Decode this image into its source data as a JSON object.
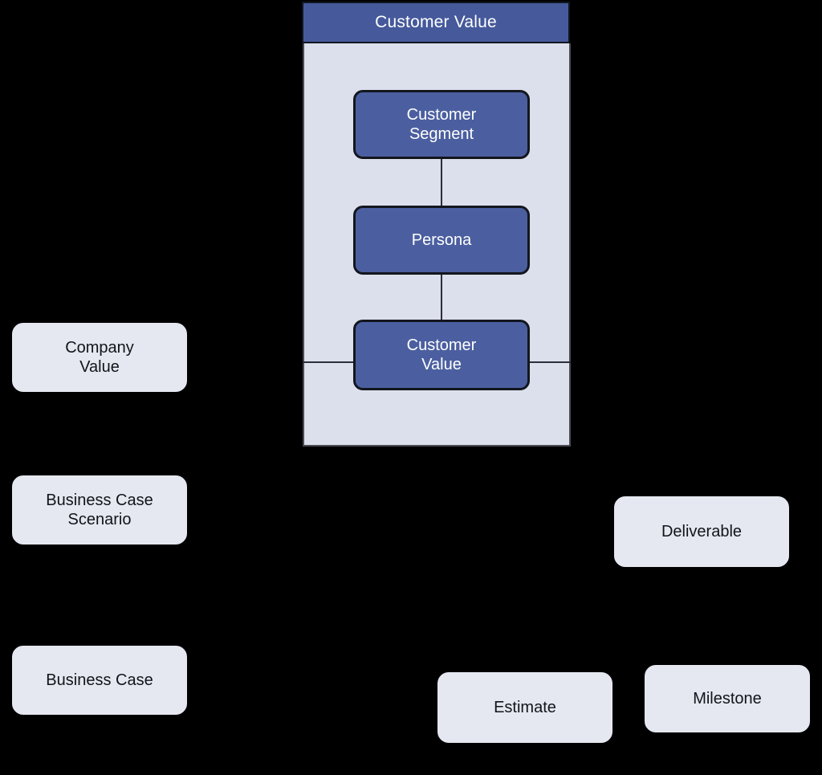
{
  "diagram": {
    "title": "Customer Value",
    "background_color": "#000000",
    "accent_color": "#45599B",
    "group_body_color": "#DCDFEC",
    "node_grey_color": "#E5E8F0",
    "connector_color": "#2b2f38"
  },
  "group": {
    "header_label": "Customer Value",
    "nodes": [
      {
        "id": "customer-segment",
        "label": "Customer\nSegment",
        "line1": "Customer",
        "line2": "Segment"
      },
      {
        "id": "persona",
        "label": "Persona",
        "line1": "Persona",
        "line2": ""
      },
      {
        "id": "customer-value",
        "label": "Customer\nValue",
        "line1": "Customer",
        "line2": "Value"
      }
    ]
  },
  "standalone_nodes": [
    {
      "id": "company-value",
      "label": "Company Value",
      "line1": "Company",
      "line2": "Value"
    },
    {
      "id": "business-case-scenario",
      "label": "Business Case Scenario",
      "line1": "Business Case",
      "line2": "Scenario"
    },
    {
      "id": "business-case",
      "label": "Business Case",
      "line1": "Business Case",
      "line2": ""
    },
    {
      "id": "deliverable",
      "label": "Deliverable",
      "line1": "Deliverable",
      "line2": ""
    },
    {
      "id": "estimate",
      "label": "Estimate",
      "line1": "Estimate",
      "line2": ""
    },
    {
      "id": "milestone",
      "label": "Milestone",
      "line1": "Milestone",
      "line2": ""
    }
  ],
  "connectors": [
    {
      "id": "customer-segment-to-persona",
      "orientation": "vertical"
    },
    {
      "id": "persona-to-customer-value",
      "orientation": "vertical"
    },
    {
      "id": "customer-value-left-edge",
      "orientation": "horizontal"
    },
    {
      "id": "customer-value-right-edge",
      "orientation": "horizontal"
    }
  ]
}
